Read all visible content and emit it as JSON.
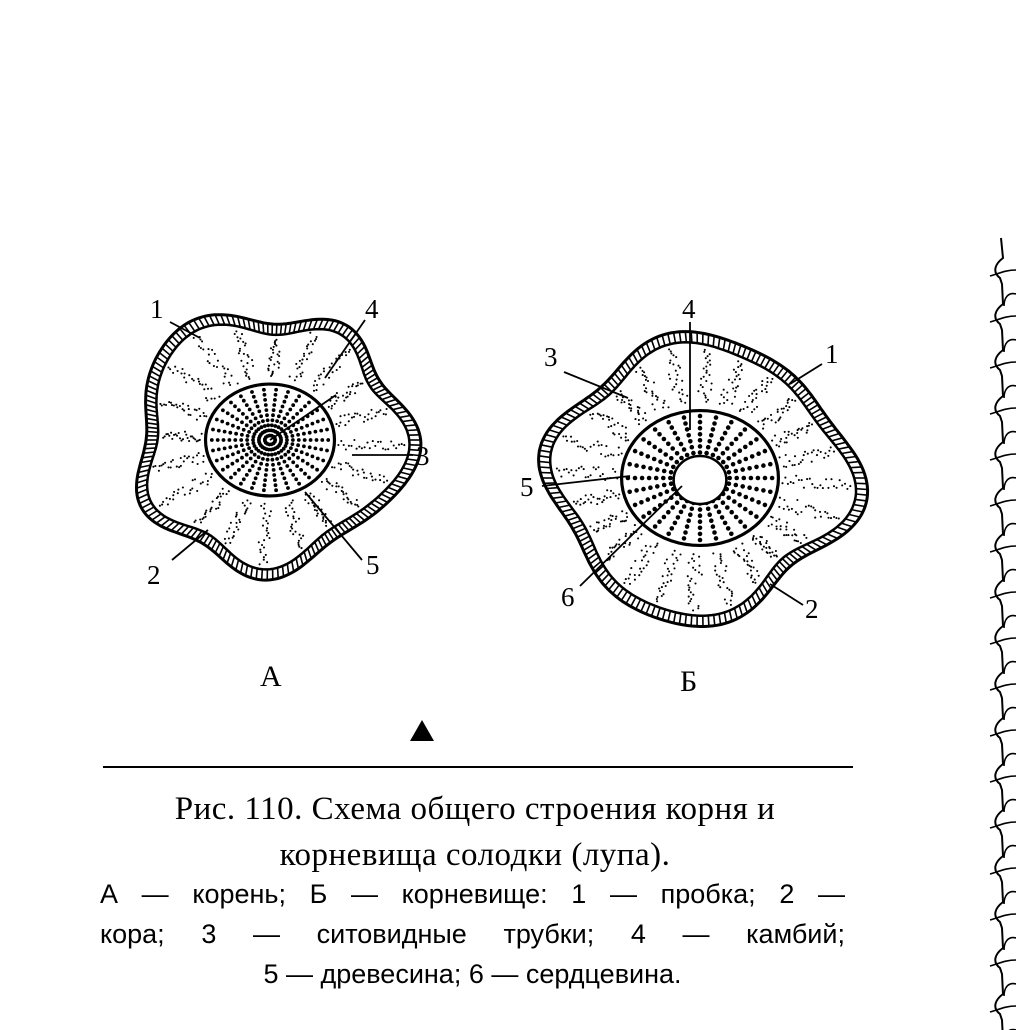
{
  "panel_a": {
    "letter": "А",
    "callouts": [
      "1",
      "2",
      "3",
      "4",
      "5"
    ]
  },
  "panel_b": {
    "letter": "Б",
    "callouts": [
      "1",
      "2",
      "3",
      "4",
      "5",
      "6"
    ]
  },
  "caption": {
    "title_line1": "Рис. 110. Схема общего строения корня и",
    "title_line2": "корневища солодки (лупа).",
    "legend_line1_words": [
      "А",
      "—",
      "корень;",
      "Б",
      "—",
      "корневище:",
      "1",
      "—",
      "пробка;",
      "2",
      "—"
    ],
    "legend_line2_words": [
      "кора;",
      "3",
      "—",
      "ситовидные",
      "трубки;",
      "4",
      "—",
      "камбий;"
    ],
    "legend_line3": "5 — древесина; 6 — сердцевина."
  }
}
